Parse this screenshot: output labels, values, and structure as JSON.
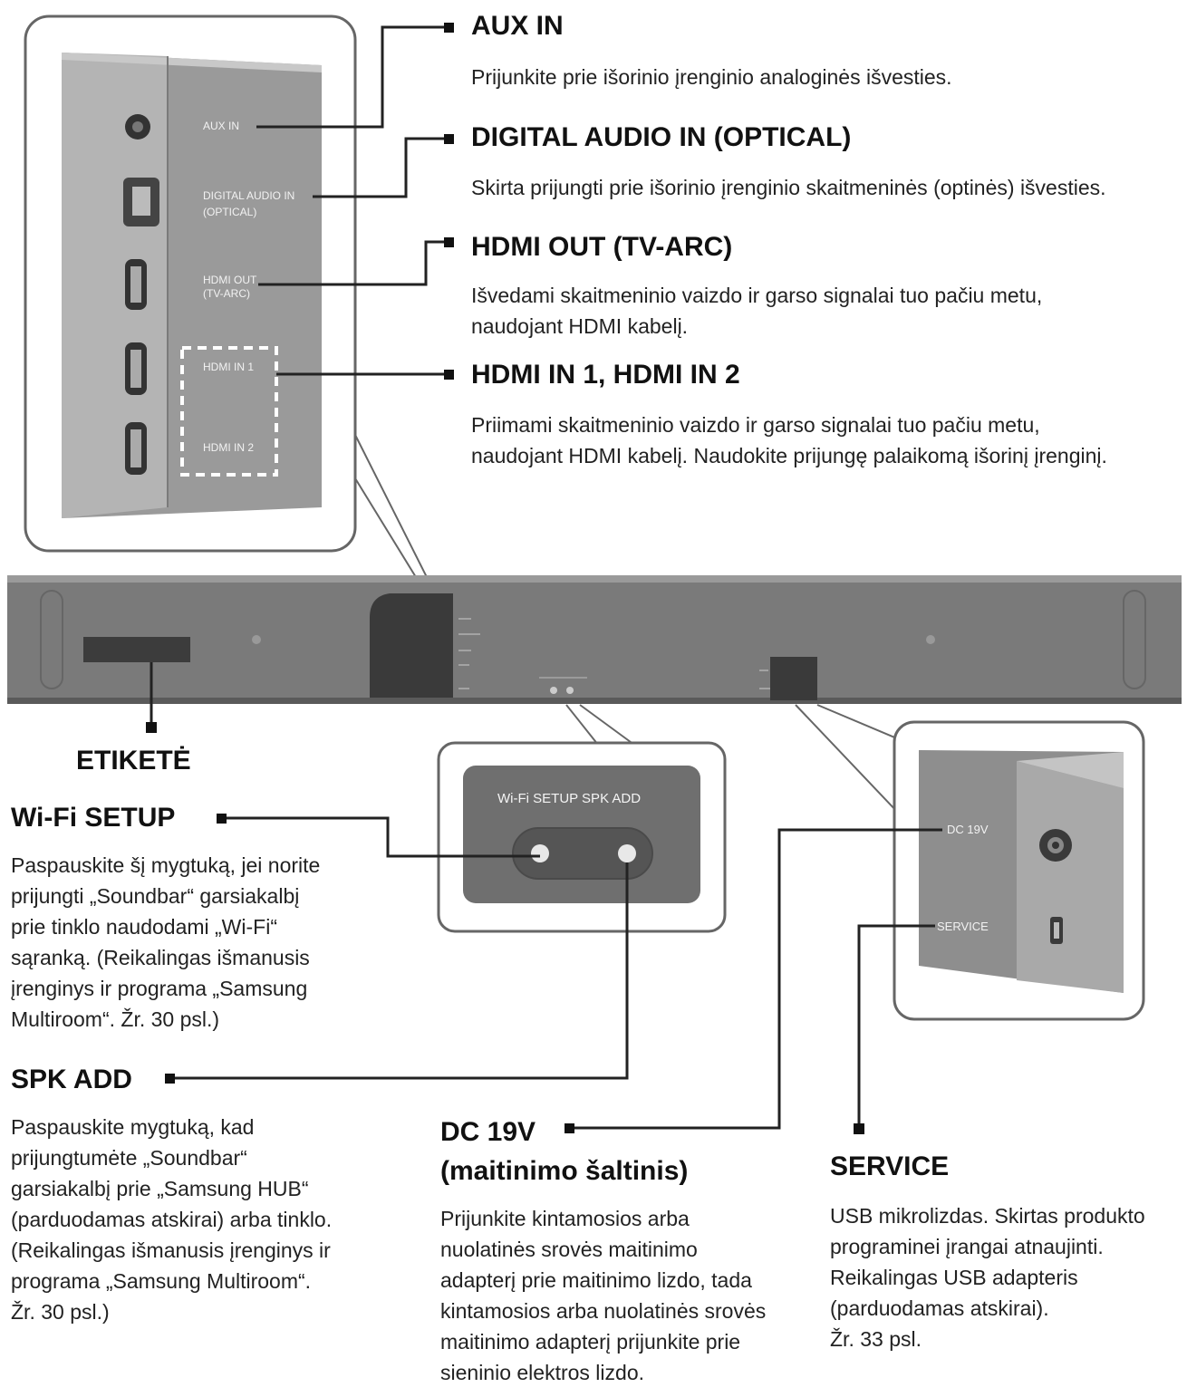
{
  "top_panel": {
    "aux_in": "AUX IN",
    "digital_line1": "DIGITAL AUDIO IN",
    "digital_line2": "(OPTICAL)",
    "hdmi_out_line1": "HDMI OUT",
    "hdmi_out_line2": "(TV-ARC)",
    "hdmi_in1": "HDMI IN 1",
    "hdmi_in2": "HDMI IN 2"
  },
  "callouts": {
    "aux": {
      "title": "AUX IN",
      "desc": "Prijunkite prie išorinio įrenginio analoginės išvesties."
    },
    "optical": {
      "title": "DIGITAL AUDIO IN (OPTICAL)",
      "desc": "Skirta prijungti prie išorinio įrenginio skaitmeninės (optinės) išvesties."
    },
    "hdmi_out": {
      "title": "HDMI OUT (TV-ARC)",
      "desc": "Išvedami skaitmeninio vaizdo ir garso signalai tuo pačiu metu,\nnaudojant HDMI kabelį."
    },
    "hdmi_in": {
      "title": "HDMI IN 1, HDMI IN 2",
      "desc": "Priimami skaitmeninio vaizdo ir garso signalai tuo pačiu metu,\nnaudojant HDMI kabelį. Naudokite prijungę palaikomą išorinį įrenginį."
    },
    "label": {
      "title": "ETIKETĖ"
    },
    "wifi": {
      "title": "Wi-Fi SETUP",
      "desc": "Paspauskite šį mygtuką, jei norite\nprijungti „Soundbar“ garsiakalbį\nprie tinklo naudodami „Wi-Fi“\nsąranką. (Reikalingas išmanusis\nįrenginys ir programa „Samsung\nMultiroom“. Žr. 30 psl.)"
    },
    "spk": {
      "title": "SPK ADD",
      "desc": "Paspauskite mygtuką, kad\nprijungtumėte „Soundbar“\ngarsiakalbį prie „Samsung HUB“\n(parduodamas atskirai) arba tinklo.\n(Reikalingas išmanusis įrenginys ir\nprograma „Samsung Multiroom“.\nŽr. 30 psl.)"
    },
    "dc": {
      "title_line1": "DC 19V",
      "title_line2": "(maitinimo šaltinis)",
      "desc": "Prijunkite kintamosios arba\nnuolatinės srovės maitinimo\nadapterį prie maitinimo lizdo, tada\nkintamosios arba nuolatinės srovės\nmaitinimo adapterį prijunkite prie\nsieninio elektros lizdo."
    },
    "service": {
      "title": "SERVICE",
      "desc": "USB mikrolizdas. Skirtas produkto\nprograminei įrangai atnaujinti.\nReikalingas USB adapteris\n(parduodamas atskirai).\nŽr. 33 psl."
    }
  },
  "button_panel": {
    "label": "Wi-Fi SETUP SPK ADD"
  },
  "power_panel": {
    "dc_label": "DC 19V",
    "service_label": "SERVICE"
  },
  "colors": {
    "panel_gray": "#8f8f8f",
    "bar_gray": "#7a7a7a",
    "outline": "#555555",
    "text": "#111111"
  }
}
